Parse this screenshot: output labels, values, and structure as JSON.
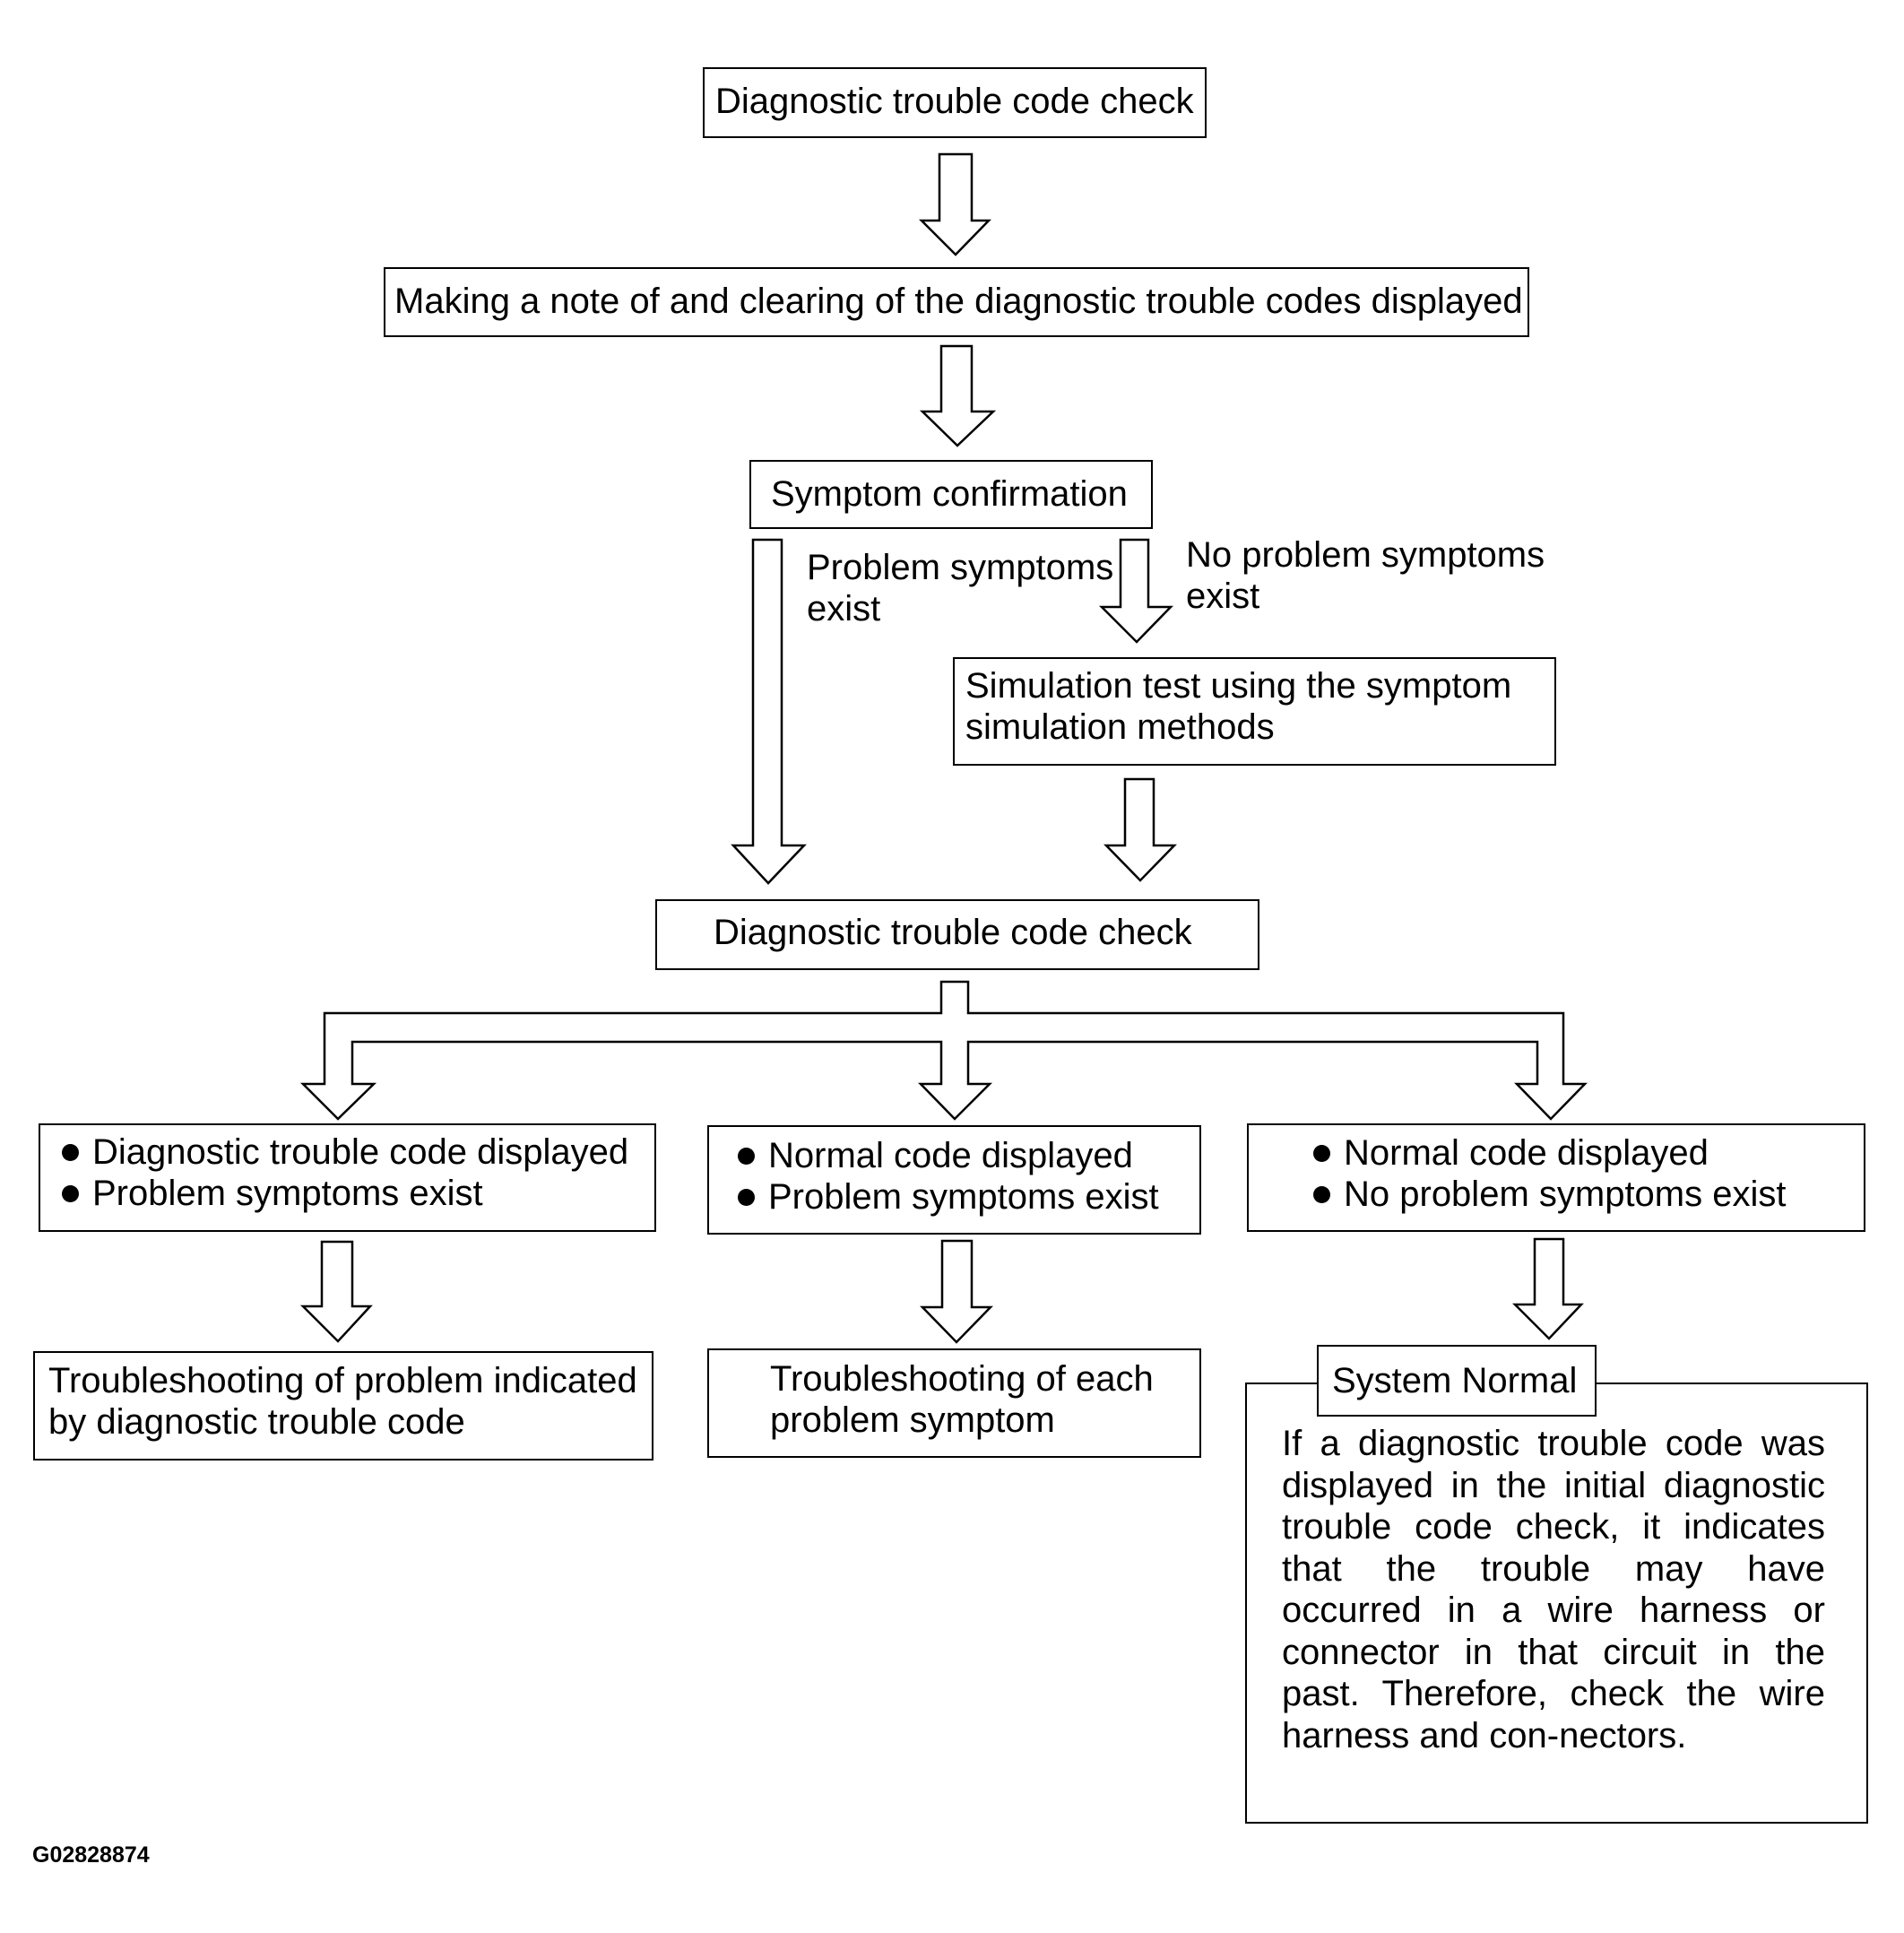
{
  "nodes": {
    "dtc_check_1": "Diagnostic trouble code check",
    "note_clear": "Making a note of and clearing of the diagnostic trouble codes displayed",
    "symptom_confirmation": "Symptom confirmation",
    "simulation_line1": "Simulation test using the symptom",
    "simulation_line2": "simulation methods",
    "dtc_check_2": "Diagnostic trouble code check",
    "case_left_1": "Diagnostic trouble code displayed",
    "case_left_2": "Problem symptoms exist",
    "case_mid_1": "Normal code displayed",
    "case_mid_2": "Problem symptoms exist",
    "case_right_1": "Normal code displayed",
    "case_right_2": "No problem symptoms exist",
    "result_left_line1": "Troubleshooting of problem indicated",
    "result_left_line2": "by diagnostic trouble code",
    "result_mid_line1": "Troubleshooting of each",
    "result_mid_line2": "problem symptom",
    "system_normal_title": "System Normal",
    "system_normal_text": "If a diagnostic trouble code was displayed in the initial diagnostic trouble code check, it indicates that the trouble may have occurred in a wire harness or connector in that circuit in the past. Therefore, check the wire harness and con-nectors."
  },
  "edge_labels": {
    "problem_line1": "Problem symptoms",
    "problem_line2": "exist",
    "no_problem_line1": "No problem symptoms",
    "no_problem_line2": "exist"
  },
  "figure_code": "G02828874"
}
